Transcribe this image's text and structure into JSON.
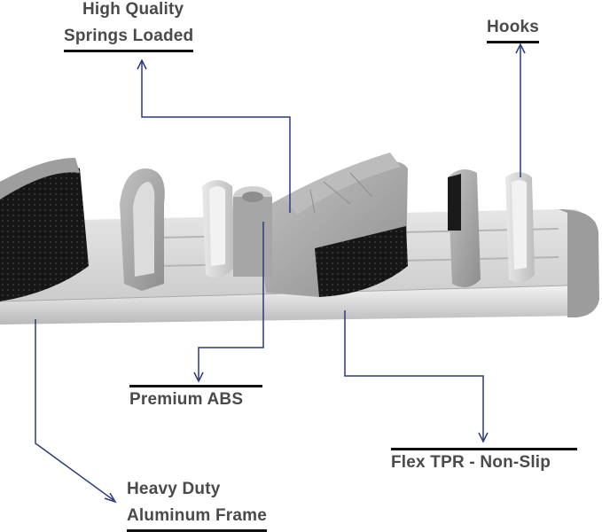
{
  "colors": {
    "arrow": "#2b3a7a",
    "label_text": "#4a4a4a",
    "underline": "#111111",
    "rail": "#d4d4d4",
    "plastic": "#a9a9a9",
    "rubber": "#1a1a1a"
  },
  "callouts": {
    "springs": {
      "line1": "High Quality",
      "line2": "Springs Loaded"
    },
    "hooks": {
      "text": "Hooks"
    },
    "abs": {
      "text": "Premium ABS"
    },
    "tpr": {
      "text": "Flex TPR - Non-Slip"
    },
    "frame": {
      "line1": "Heavy Duty",
      "line2": "Aluminum Frame"
    }
  }
}
